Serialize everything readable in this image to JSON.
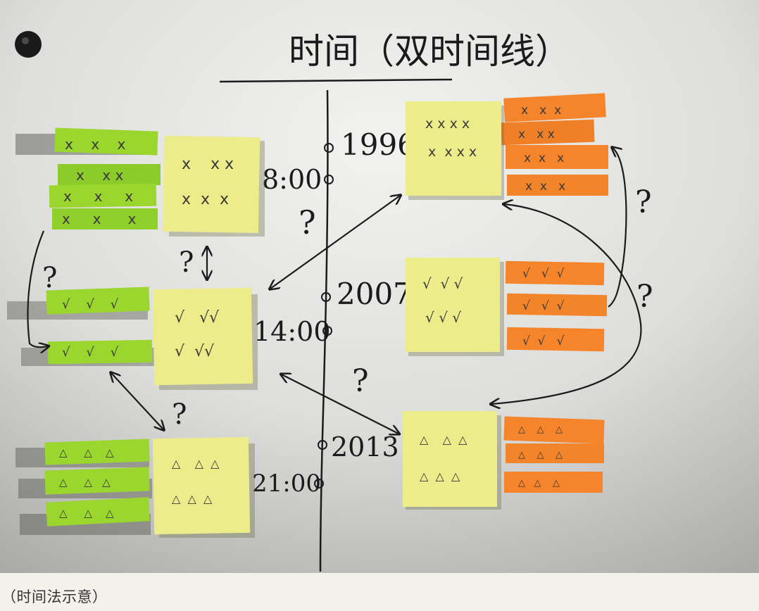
{
  "board": {
    "title": "时间（双时间线）",
    "left_times": [
      "8:00",
      "14:00",
      "21:00"
    ],
    "right_years": [
      "1996",
      "2007",
      "2013"
    ],
    "question_mark": "?",
    "note_marks": {
      "cross": "x",
      "check": "√",
      "triangle": "△"
    }
  },
  "caption": "（时间法示意）",
  "colors": {
    "whiteboard": "#dcdcdc",
    "yellow_note": "#ecec8a",
    "green_strip": "#9ad62e",
    "orange_strip": "#f5842a",
    "ink": "#1b1b1b",
    "caption_bg": "#f3f1ea"
  }
}
